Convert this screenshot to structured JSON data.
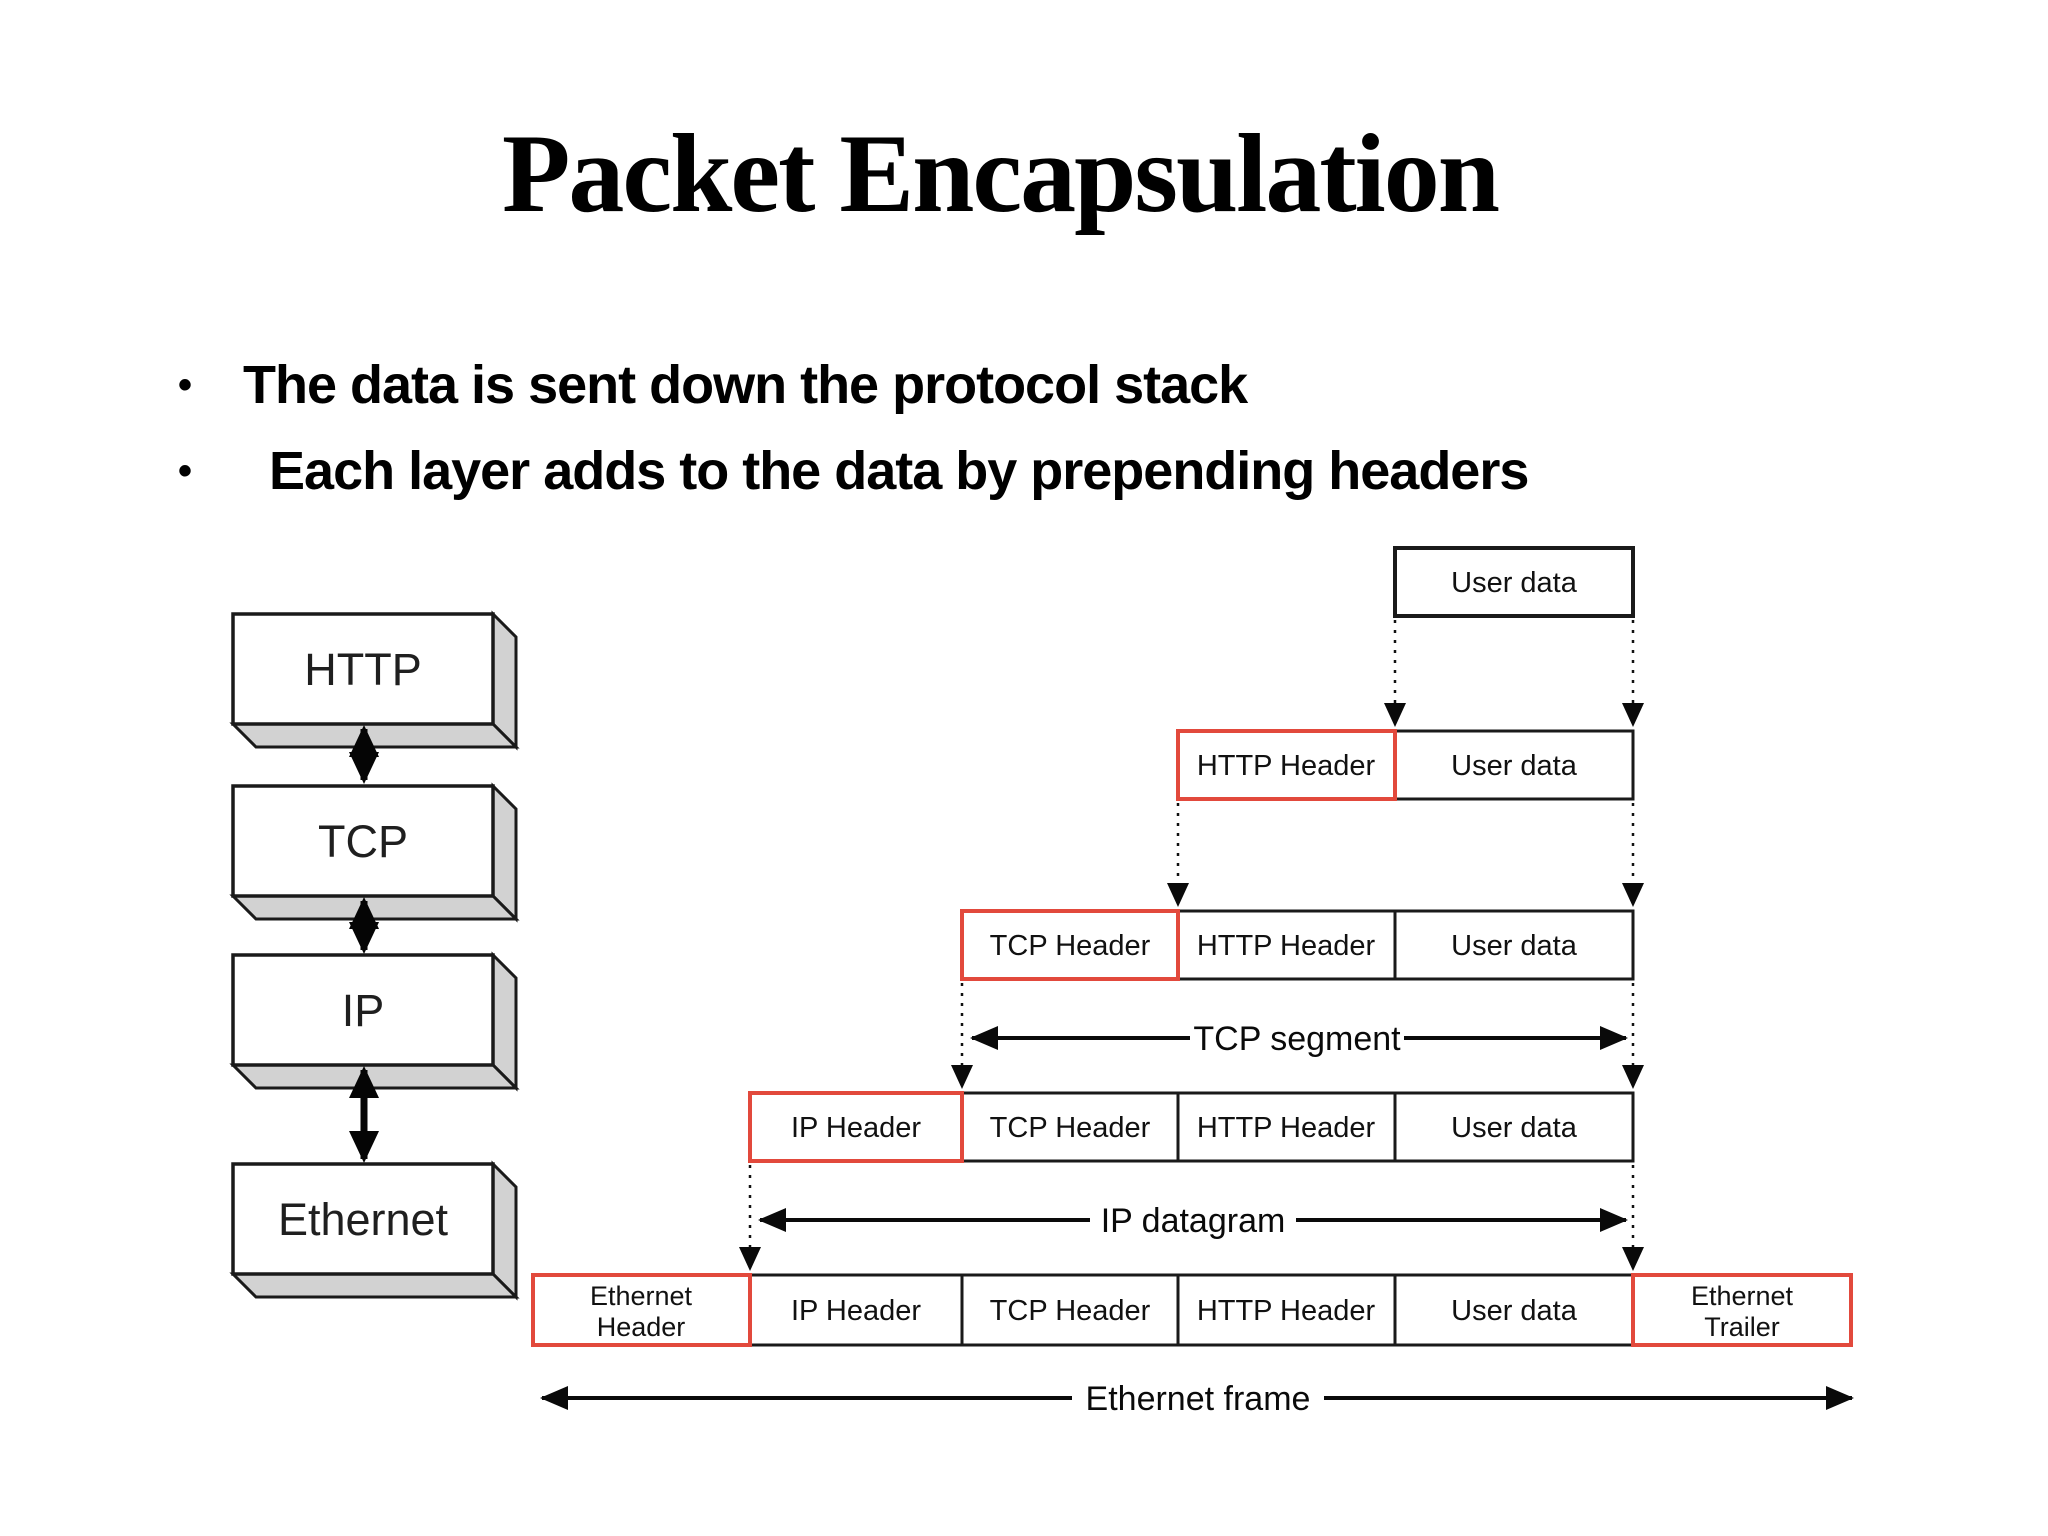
{
  "slide": {
    "title": "Packet Encapsulation",
    "bullets": [
      "The data is sent down the protocol stack",
      "Each layer adds to the data by prepending headers"
    ]
  },
  "protocol_stack": {
    "layers": [
      {
        "label": "HTTP"
      },
      {
        "label": "TCP"
      },
      {
        "label": "IP"
      },
      {
        "label": "Ethernet"
      }
    ]
  },
  "encapsulation": {
    "rows": [
      {
        "cells": [
          {
            "label": "User data",
            "highlight": false
          }
        ]
      },
      {
        "cells": [
          {
            "label": "HTTP Header",
            "highlight": true
          },
          {
            "label": "User data",
            "highlight": false
          }
        ]
      },
      {
        "cells": [
          {
            "label": "TCP Header",
            "highlight": true
          },
          {
            "label": "HTTP Header",
            "highlight": false
          },
          {
            "label": "User data",
            "highlight": false
          }
        ]
      },
      {
        "cells": [
          {
            "label": "IP Header",
            "highlight": true
          },
          {
            "label": "TCP Header",
            "highlight": false
          },
          {
            "label": "HTTP Header",
            "highlight": false
          },
          {
            "label": "User data",
            "highlight": false
          }
        ]
      },
      {
        "cells": [
          {
            "label": "Ethernet Header",
            "label_lines": [
              "Ethernet",
              "Header"
            ],
            "highlight": true
          },
          {
            "label": "IP Header",
            "highlight": false
          },
          {
            "label": "TCP Header",
            "highlight": false
          },
          {
            "label": "HTTP Header",
            "highlight": false
          },
          {
            "label": "User data",
            "highlight": false
          },
          {
            "label": "Ethernet Trailer",
            "label_lines": [
              "Ethernet",
              "Trailer"
            ],
            "highlight": true
          }
        ]
      }
    ],
    "span_labels": {
      "tcp_segment": "TCP segment",
      "ip_datagram": "IP datagram",
      "ethernet_frame": "Ethernet frame"
    }
  },
  "colors": {
    "highlight_red": "#e2493c",
    "box_side_gray": "#d2d2d2"
  }
}
